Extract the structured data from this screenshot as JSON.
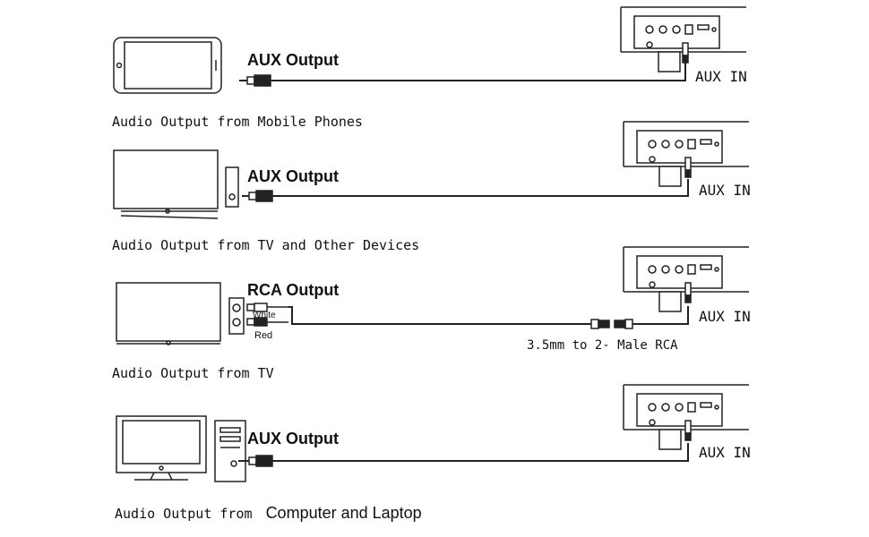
{
  "scenarios": [
    {
      "source_label": "AUX Output",
      "caption": "Audio Output from Mobile Phones",
      "target_label": "AUX IN"
    },
    {
      "source_label": "AUX Output",
      "caption": "Audio Output from TV and Other Devices",
      "target_label": "AUX IN"
    },
    {
      "source_label": "RCA Output",
      "caption": "Audio Output from TV",
      "target_label": "AUX IN",
      "white_label": "White",
      "red_label": "Red",
      "cable_label": "3.5mm to 2- Male RCA"
    },
    {
      "source_label": "AUX Output",
      "caption_part1": "Audio Output from",
      "caption_part2": "Computer and Laptop",
      "target_label": "AUX IN"
    }
  ]
}
